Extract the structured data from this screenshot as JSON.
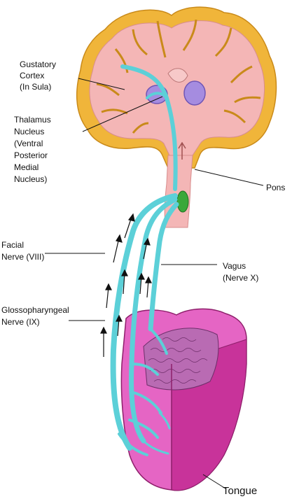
{
  "labels": {
    "gustatory": [
      "Gustatory",
      "Cortex",
      "(In Sula)"
    ],
    "thalamus": [
      "Thalamus",
      "Nucleus",
      "(Ventral",
      "Posterior",
      "Medial",
      "Nucleus)"
    ],
    "pons": "Pons",
    "facial": [
      "Facial",
      "Nerve (VIII)"
    ],
    "vagus": [
      "Vagus",
      "(Nerve X)"
    ],
    "glosso": [
      "Glossopharyngeal",
      "Nerve (IX)"
    ],
    "tongue": "Tongue"
  },
  "colors": {
    "cortex": "#f0b53a",
    "brain": "#f4b6b6",
    "nerve": "#5cd0d8",
    "tongue_dark": "#c8339a",
    "tongue_light": "#e565c4",
    "thalamus": "#a58ce0",
    "pons_green": "#3aa83a"
  }
}
